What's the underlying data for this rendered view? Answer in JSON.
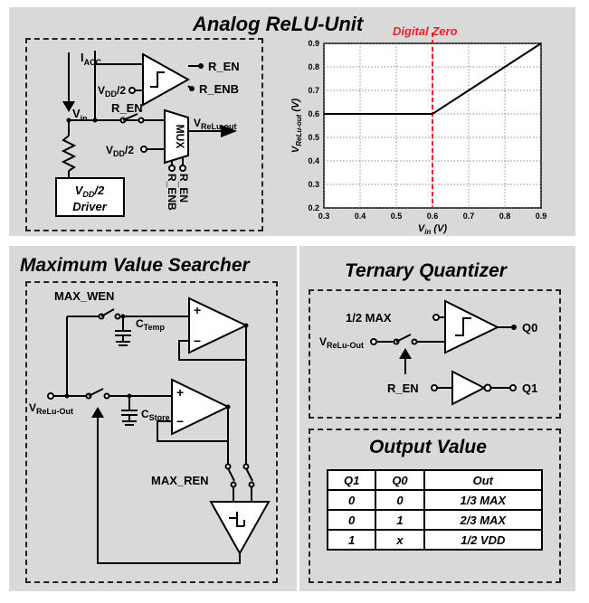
{
  "relu": {
    "title": "Analog ReLU-Unit",
    "digital_zero": "Digital Zero",
    "iacc": "I",
    "iacc_sub": "ACC",
    "vin": "V",
    "vin_sub": "in",
    "r_en": "R_EN",
    "r_enb": "R_ENB",
    "vdd2": "V",
    "vdd2_sub": "DD",
    "vdd2_tail": "/2",
    "vreluout": "V",
    "vreluout_sub": "ReLu-out",
    "mux": "MUX",
    "driver_line1": "V",
    "driver_line1_sub": "DD",
    "driver_line1_tail": "/2",
    "driver_line2": "Driver"
  },
  "chart_data": {
    "type": "line",
    "xlabel_main": "V",
    "xlabel_sub": "in",
    "xlabel_unit": "(V)",
    "ylabel_main": "V",
    "ylabel_sub": "ReLu-out",
    "ylabel_unit": "(V)",
    "xlim": [
      0.3,
      0.9
    ],
    "ylim": [
      0.2,
      0.9
    ],
    "xticks": [
      "0.3",
      "0.4",
      "0.5",
      "0.6",
      "0.7",
      "0.8",
      "0.9"
    ],
    "yticks": [
      "0.2",
      "0.3",
      "0.4",
      "0.5",
      "0.6",
      "0.7",
      "0.8",
      "0.9"
    ],
    "grid": true,
    "series": [
      {
        "x": [
          0.3,
          0.6,
          0.9
        ],
        "y": [
          0.6,
          0.6,
          0.9
        ],
        "color": "#000000"
      }
    ],
    "vline": {
      "x": 0.6,
      "color": "#e8202a",
      "style": "dashed"
    }
  },
  "mvs": {
    "title": "Maximum Value Searcher",
    "max_wen": "MAX_WEN",
    "max_ren": "MAX_REN",
    "c": "C",
    "ctemp_sub": "Temp",
    "cstore_sub": "Store",
    "vrelu": "V",
    "vrelu_sub": "ReLu-Out",
    "plus": "+",
    "minus": "−"
  },
  "tq": {
    "title": "Ternary Quantizer",
    "half_max": "1/2 MAX",
    "vrelu": "V",
    "vrelu_sub": "ReLu-Out",
    "r_en": "R_EN",
    "q0": "Q0",
    "q1": "Q1"
  },
  "ov": {
    "title": "Output Value",
    "headers": [
      "Q1",
      "Q0",
      "Out"
    ],
    "rows": [
      [
        "0",
        "0",
        "1/3 MAX"
      ],
      [
        "0",
        "1",
        "2/3 MAX"
      ],
      [
        "1",
        "x",
        "1/2 VDD"
      ]
    ]
  }
}
